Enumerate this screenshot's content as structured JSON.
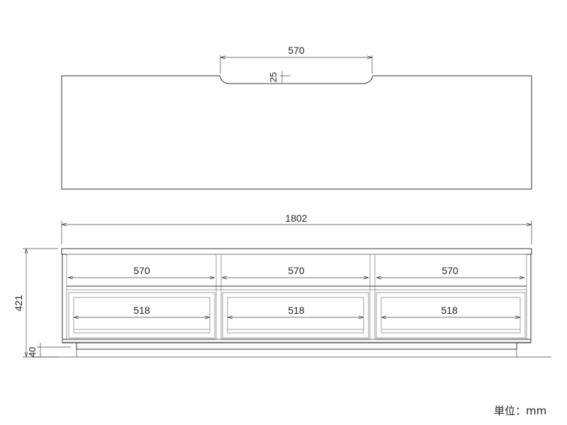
{
  "top_view": {
    "notch_width": "570",
    "notch_depth": "25"
  },
  "front_view": {
    "overall_width": "1802",
    "overall_height": "421",
    "base_height": "40",
    "upper_openings": [
      "570",
      "570",
      "570"
    ],
    "lower_openings": [
      "518",
      "518",
      "518"
    ]
  },
  "unit_label": "単位：mm"
}
